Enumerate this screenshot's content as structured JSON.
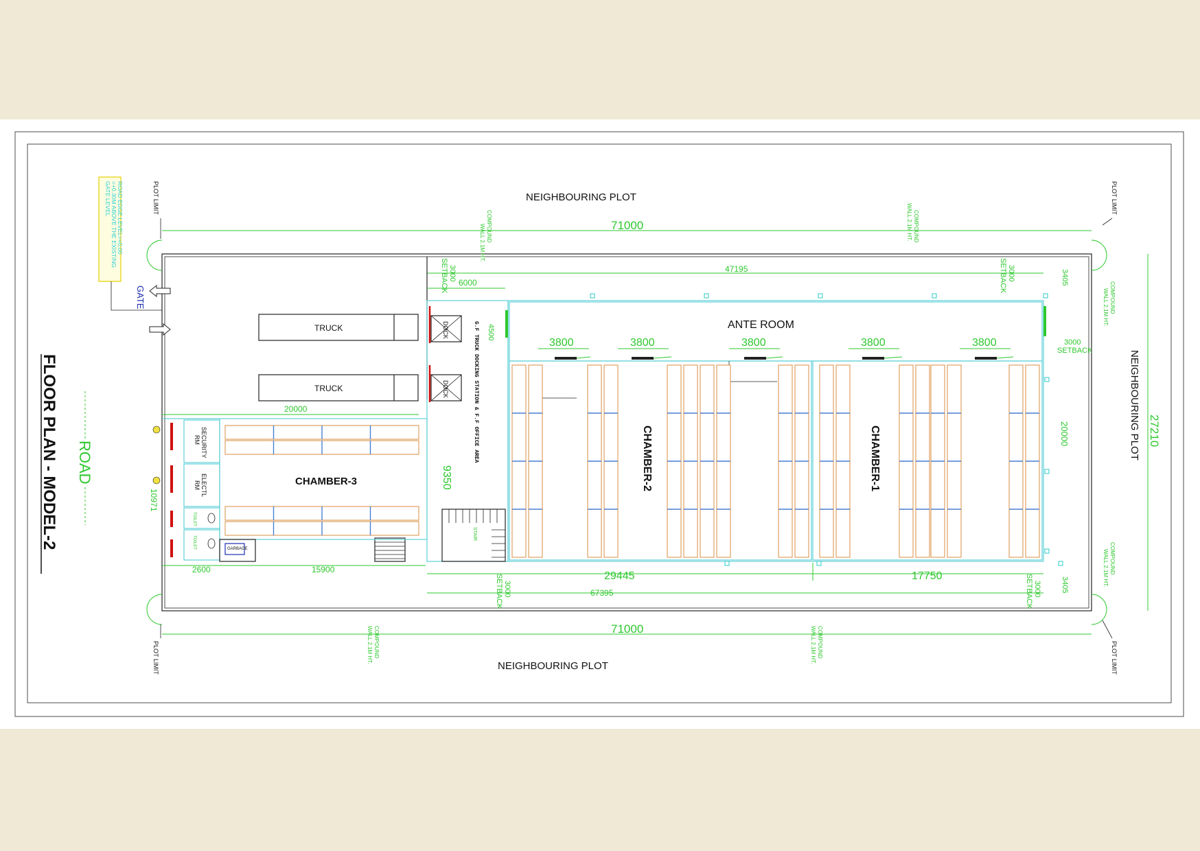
{
  "title": "FLOOR PLAN - MODEL-2",
  "road_label": "ROAD",
  "gate_label": "GATE",
  "gate_note": [
    "GATE LEVEL",
    "=+0.30M ABOVE THE EXISTING",
    "ROAD EDGE LEVEL=+0.00"
  ],
  "neighbouring_plot": "NEIGHBOURING PLOT",
  "plot_limit": "PLOT LIMIT",
  "compound_wall": [
    "COMPOUND",
    "WALL 2.1M HT."
  ],
  "setback": "SETBACK",
  "rooms": {
    "ante_room": "ANTE ROOM",
    "chamber_1": "CHAMBER-1",
    "chamber_2": "CHAMBER-2",
    "chamber_3": "CHAMBER-3",
    "security": [
      "SECURITY",
      "RM"
    ],
    "electrical": [
      "ELECTL",
      "RM"
    ],
    "dock": "DOCK",
    "truck": "TRUCK",
    "docking_station": "G.F TRUCK DOCKING STATION & F.F OFFICE AREA",
    "garbage": "GARBAGE",
    "toilet": "TOILET",
    "stair": "STAIR"
  },
  "dimensions": {
    "d71000": "71000",
    "d47195": "47195",
    "d6000": "6000",
    "d3000": "3000",
    "d4500": "4500",
    "d3800": "3800",
    "d20000": "20000",
    "d9350": "9350",
    "d27210": "27210",
    "d3405": "3405",
    "d10971": "10971",
    "d2600": "2600",
    "d15900": "15900",
    "d29445": "29445",
    "d17750": "17750",
    "d67395": "67395"
  }
}
